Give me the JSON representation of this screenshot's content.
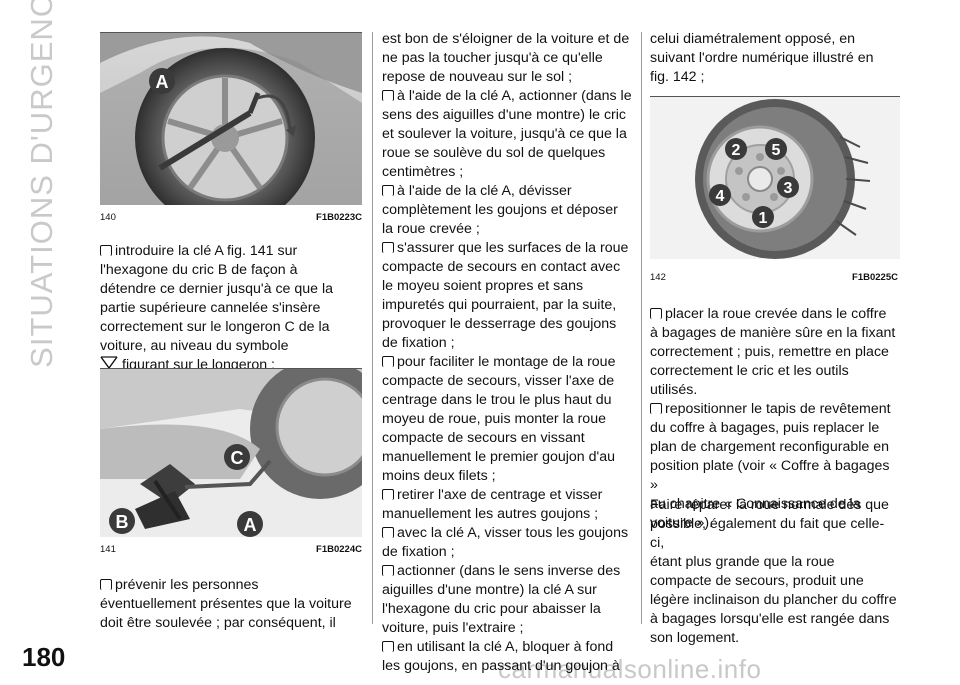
{
  "side_title": "SITUATIONS D'URGENCE",
  "page_number": "180",
  "watermark": "carmanualsonline.info",
  "figures": {
    "f140": {
      "number": "140",
      "code": "F1B0223C",
      "callouts": [
        "A"
      ]
    },
    "f141": {
      "number": "141",
      "code": "F1B0224C",
      "callouts": [
        "C",
        "B",
        "A"
      ]
    },
    "f142": {
      "number": "142",
      "code": "F1B0225C",
      "callouts": [
        "2",
        "5",
        "4",
        "3",
        "1"
      ]
    }
  },
  "col1": {
    "p1_lines": [
      "introduire la clé A fig. 141 sur",
      "l'hexagone du cric B de façon à",
      "détendre ce dernier jusqu'à ce que la",
      "partie supérieure cannelée s'insère",
      "correctement sur le longeron C de la",
      "voiture, au niveau du symbole"
    ],
    "p1_last": "figurant sur le longeron ;",
    "p2_lines": [
      "prévenir les personnes",
      "éventuellement présentes que la voiture",
      "doit être soulevée ; par conséquent, il"
    ]
  },
  "col2": {
    "lines": [
      {
        "t": "est bon de s'éloigner de la voiture et de",
        "b": false
      },
      {
        "t": "ne pas la toucher jusqu'à ce qu'elle",
        "b": false
      },
      {
        "t": "repose de nouveau sur le sol ;",
        "b": false
      },
      {
        "t": "à l'aide de la clé A, actionner (dans le",
        "b": true
      },
      {
        "t": "sens des aiguilles d'une montre) le cric",
        "b": false
      },
      {
        "t": "et soulever la voiture, jusqu'à ce que la",
        "b": false
      },
      {
        "t": "roue se soulève du sol de quelques",
        "b": false
      },
      {
        "t": "centimètres ;",
        "b": false
      },
      {
        "t": "à l'aide de la clé A, dévisser",
        "b": true
      },
      {
        "t": "complètement les goujons et déposer",
        "b": false
      },
      {
        "t": "la roue crevée ;",
        "b": false
      },
      {
        "t": "s'assurer que les surfaces de la roue",
        "b": true
      },
      {
        "t": "compacte de secours en contact avec",
        "b": false
      },
      {
        "t": "le moyeu soient propres et sans",
        "b": false
      },
      {
        "t": "impuretés qui pourraient, par la suite,",
        "b": false
      },
      {
        "t": "provoquer le desserrage des goujons",
        "b": false
      },
      {
        "t": "de fixation ;",
        "b": false
      },
      {
        "t": "pour faciliter le montage de la roue",
        "b": true
      },
      {
        "t": "compacte de secours, visser l'axe de",
        "b": false
      },
      {
        "t": "centrage dans le trou le plus haut du",
        "b": false
      },
      {
        "t": "moyeu de roue, puis monter la roue",
        "b": false
      },
      {
        "t": "compacte de secours en vissant",
        "b": false
      },
      {
        "t": "manuellement le premier goujon d'au",
        "b": false
      },
      {
        "t": "moins deux filets ;",
        "b": false
      },
      {
        "t": "retirer l'axe de centrage et visser",
        "b": true
      },
      {
        "t": "manuellement les autres goujons ;",
        "b": false
      },
      {
        "t": "avec la clé A, visser tous les goujons",
        "b": true
      },
      {
        "t": "de fixation ;",
        "b": false
      },
      {
        "t": "actionner (dans le sens inverse des",
        "b": true
      },
      {
        "t": "aiguilles d'une montre) la clé A sur",
        "b": false
      },
      {
        "t": "l'hexagone du cric pour abaisser la",
        "b": false
      },
      {
        "t": "voiture, puis l'extraire ;",
        "b": false
      },
      {
        "t": "en utilisant la clé A, bloquer à fond",
        "b": true
      },
      {
        "t": "les goujons, en passant d'un goujon à",
        "b": false
      }
    ]
  },
  "col3": {
    "top_lines": [
      "celui diamétralement opposé, en",
      "suivant l'ordre numérique illustré en",
      "fig. 142 ;"
    ],
    "lines": [
      {
        "t": "placer la roue crevée dans le coffre",
        "b": true
      },
      {
        "t": "à bagages de manière sûre en la fixant",
        "b": false
      },
      {
        "t": "correctement ; puis, remettre en place",
        "b": false
      },
      {
        "t": "correctement le cric et les outils utilisés.",
        "b": false
      },
      {
        "t": "repositionner le tapis de revêtement",
        "b": true
      },
      {
        "t": "du coffre à bagages, puis replacer le",
        "b": false
      },
      {
        "t": "plan de chargement reconfigurable en",
        "b": false
      },
      {
        "t": "position plate (voir « Coffre à bagages »",
        "b": false
      },
      {
        "t": "au chapitre « Connaissance de la",
        "b": false
      },
      {
        "t": "voiture »).",
        "b": false
      }
    ],
    "final_lines": [
      "Faire réparer la roue normale dès que",
      "possible, également du fait que celle-ci,",
      "étant plus grande que la roue",
      "compacte de secours, produit une",
      "légère inclinaison du plancher du coffre",
      "à bagages lorsqu'elle est rangée dans",
      "son logement."
    ]
  }
}
